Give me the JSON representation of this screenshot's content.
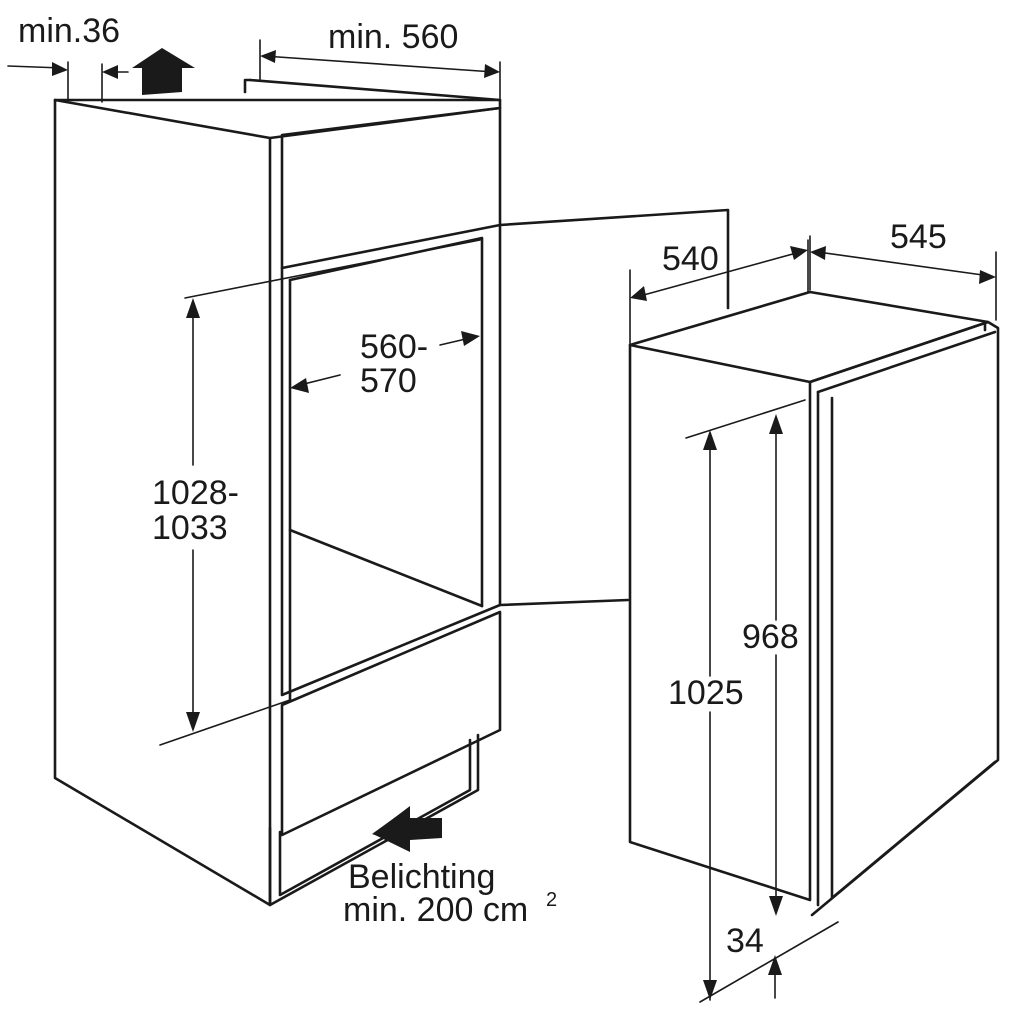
{
  "labels": {
    "top_clearance": "min.36",
    "niche_width": "min. 560",
    "inner_width_line1": "560-",
    "inner_width_line2": "570",
    "niche_height_line1": "1028-",
    "niche_height_line2": "1033",
    "ventilation_line1": "Belichting",
    "ventilation_line2": "min. 200 cm",
    "ventilation_sup": "2",
    "appliance_width": "540",
    "appliance_depth": "545",
    "door_height": "968",
    "appliance_height": "1025",
    "bottom_offset": "34"
  }
}
